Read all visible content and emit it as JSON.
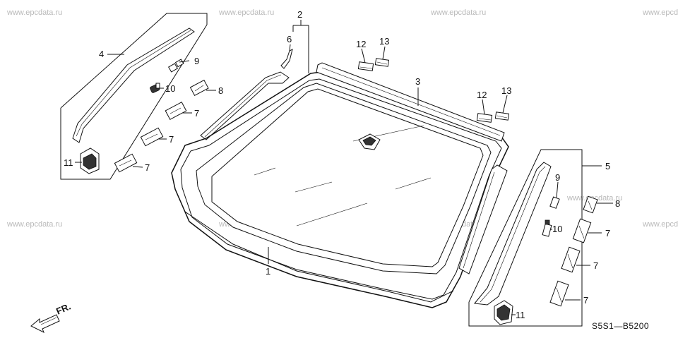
{
  "watermark": "www.epcdata.ru",
  "diagram_code": "S5S1—B5200",
  "direction_label": "FR.",
  "callouts": {
    "c1": "1",
    "c2": "2",
    "c3": "3",
    "c4": "4",
    "c5": "5",
    "c6": "6",
    "c7a": "7",
    "c7b": "7",
    "c7c": "7",
    "c7d": "7",
    "c7e": "7",
    "c7f": "7",
    "c8a": "8",
    "c8b": "8",
    "c9a": "9",
    "c9b": "9",
    "c10a": "10",
    "c10b": "10",
    "c11a": "11",
    "c11b": "11",
    "c12a": "12",
    "c12b": "12",
    "c13a": "13",
    "c13b": "13"
  }
}
